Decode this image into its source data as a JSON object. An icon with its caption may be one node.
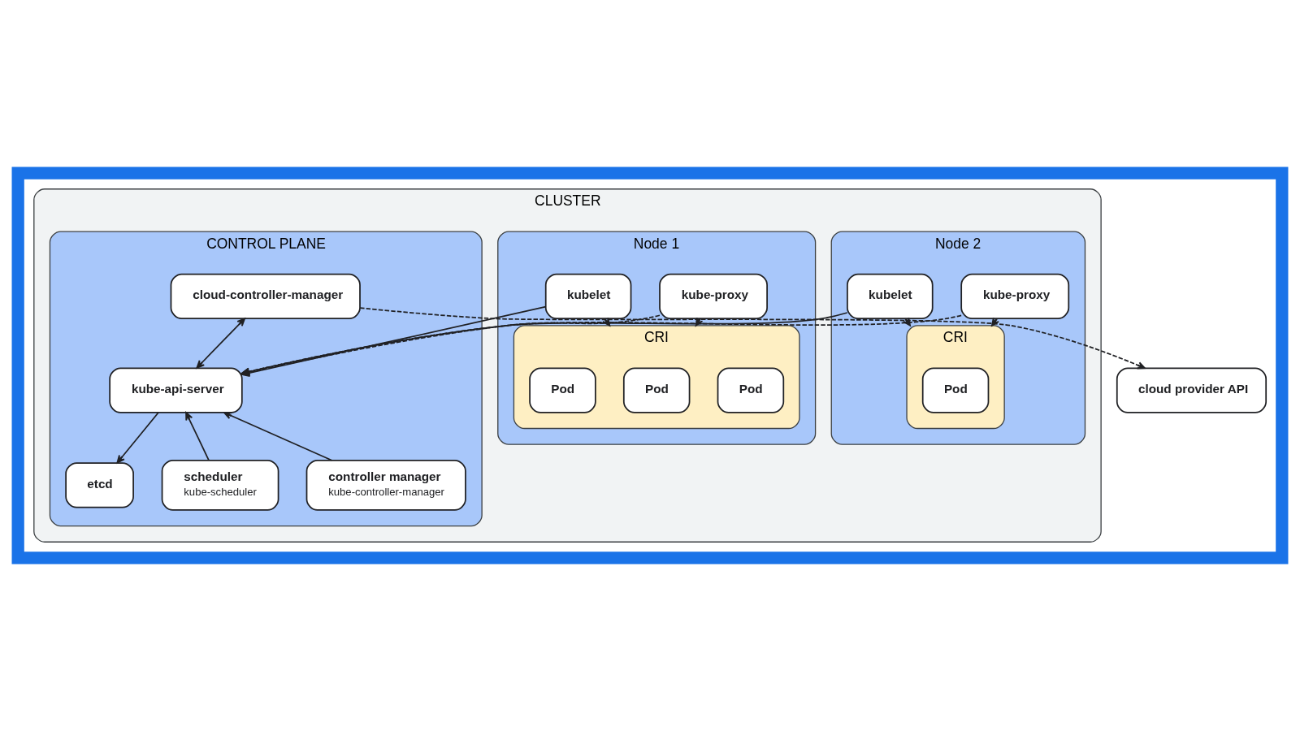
{
  "diagram": {
    "nodes": [
      {
        "text": [],
        "shape": "box"
      },
      {
        "text": [
          "CLUSTER"
        ],
        "in": 0
      },
      {
        "text": [
          "CONTROL PLANE"
        ],
        "in": 1
      },
      {
        "text": [
          "cloud-controller-manager"
        ],
        "in": 2
      },
      {
        "text": [
          "etcd"
        ],
        "in": 2
      },
      {
        "text": [
          "kube-api-server"
        ],
        "in": 2
      },
      {
        "text": [
          "scheduler",
          "kube-scheduler"
        ],
        "in": 2
      },
      {
        "text": [
          "controller manager",
          "kube-controller-manager"
        ],
        "in": 2
      },
      {
        "text": [
          "Node 1"
        ],
        "in": 1
      },
      {
        "text": [
          "kubelet"
        ],
        "in": 8
      },
      {
        "text": [
          "kube-proxy"
        ],
        "in": 8
      },
      {
        "text": [
          "CRI"
        ],
        "in": 8
      },
      {
        "text": [
          "Pod"
        ],
        "in": 11
      },
      {
        "text": [
          "Pod"
        ],
        "in": 11
      },
      {
        "text": [
          "Pod"
        ],
        "in": 11
      },
      {
        "text": [
          "Node 2"
        ],
        "in": 1
      },
      {
        "text": [
          "kubelet"
        ],
        "in": 15
      },
      {
        "text": [
          "kube-proxy"
        ],
        "in": 15
      },
      {
        "text": [
          "CRI"
        ],
        "in": 15
      },
      {
        "text": [
          "Pod"
        ],
        "in": 18
      },
      {
        "text": [
          "cloud provider API"
        ],
        "in": 0
      }
    ],
    "edges": [
      {
        "from": 3,
        "to": 20,
        "arrow": "to",
        "style": "dashed"
      },
      {
        "from": 3,
        "to": 5,
        "arrow": "both"
      },
      {
        "from": 5,
        "to": 4,
        "arrow": "to"
      },
      {
        "from": 9,
        "to": 5,
        "arrow": "to"
      },
      {
        "from": 10,
        "to": 5,
        "arrow": "to",
        "style": "dashed"
      },
      {
        "from": 16,
        "to": 5,
        "arrow": "to"
      },
      {
        "from": 17,
        "to": 5,
        "arrow": "to",
        "style": "dashed"
      },
      {
        "from": 6,
        "to": 5,
        "arrow": "to"
      },
      {
        "from": 7,
        "to": 5,
        "arrow": "to"
      },
      {
        "from": 9,
        "to": 11,
        "arrow": "to"
      },
      {
        "from": 10,
        "to": 11,
        "arrow": "to"
      },
      {
        "from": 16,
        "to": 18,
        "arrow": "to"
      },
      {
        "from": 17,
        "to": 18,
        "arrow": "to"
      }
    ]
  }
}
